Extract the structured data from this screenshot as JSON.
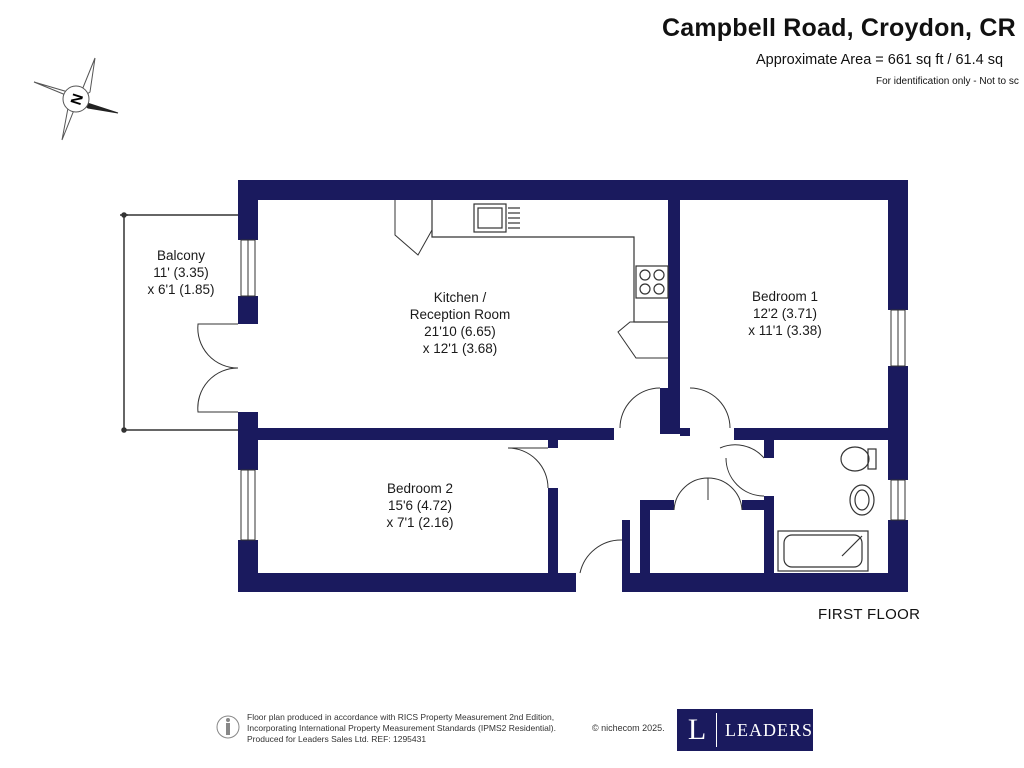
{
  "header": {
    "title": "Campbell Road, Croydon, CR",
    "area_text": "Approximate Area = 661 sq ft / 61.4 sq",
    "identification_note": "For identification only - Not to sc"
  },
  "compass": {
    "label": "N"
  },
  "floor_label": "FIRST FLOOR",
  "rooms": {
    "balcony": {
      "name": "Balcony",
      "dim1": "11' (3.35)",
      "dim2": "x 6'1 (1.85)"
    },
    "kitchen": {
      "name1": "Kitchen /",
      "name2": "Reception Room",
      "dim1": "21'10 (6.65)",
      "dim2": "x 12'1 (3.68)"
    },
    "bedroom1": {
      "name": "Bedroom 1",
      "dim1": "12'2 (3.71)",
      "dim2": "x 11'1 (3.38)"
    },
    "bedroom2": {
      "name": "Bedroom 2",
      "dim1": "15'6 (4.72)",
      "dim2": "x 7'1 (2.16)"
    }
  },
  "footer": {
    "line1": "Floor plan produced in accordance with RICS Property Measurement 2nd Edition,",
    "line2": "Incorporating International Property Measurement Standards (IPMS2 Residential).",
    "line3": "Produced for Leaders Sales Ltd.   REF:  1295431",
    "copyright": "© nichecom 2025.",
    "logo_mark": "L",
    "logo_word": "LEADERS"
  },
  "colors": {
    "wall": "#1a1a5e",
    "line": "#333333"
  }
}
